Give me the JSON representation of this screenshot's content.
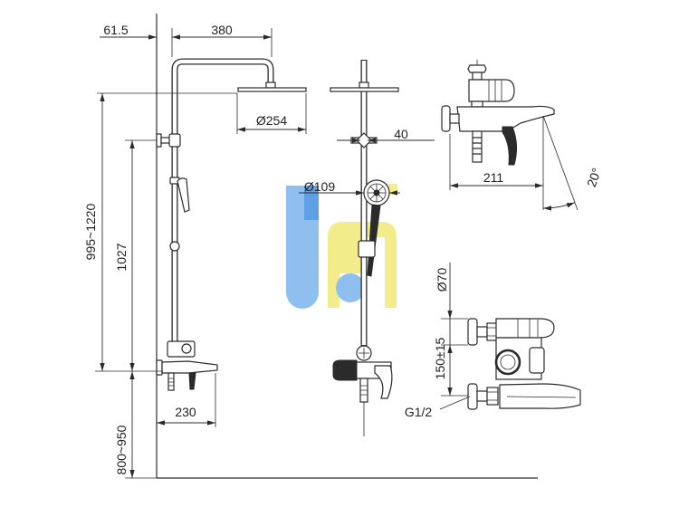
{
  "drawing": {
    "dimensions": {
      "wall_offset": "61.5",
      "arm_length": "380",
      "head_diameter": "Ø254",
      "bracket_offset": "40",
      "height_range": "995~1220",
      "column_height": "1027",
      "hand_shower_diameter": "Ø109",
      "spout_length": "211",
      "spout_angle": "20°",
      "connector_diameter": "Ø70",
      "inlet_spacing": "150±15",
      "thread_size": "G1/2",
      "mixer_projection": "230",
      "mounting_height": "800~950"
    },
    "colors": {
      "line": "#2b2b2b",
      "watermark_blue": "#8fbfee",
      "watermark_blue_dark": "#5f9fe4",
      "watermark_yellow": "#f3ec8a"
    }
  }
}
